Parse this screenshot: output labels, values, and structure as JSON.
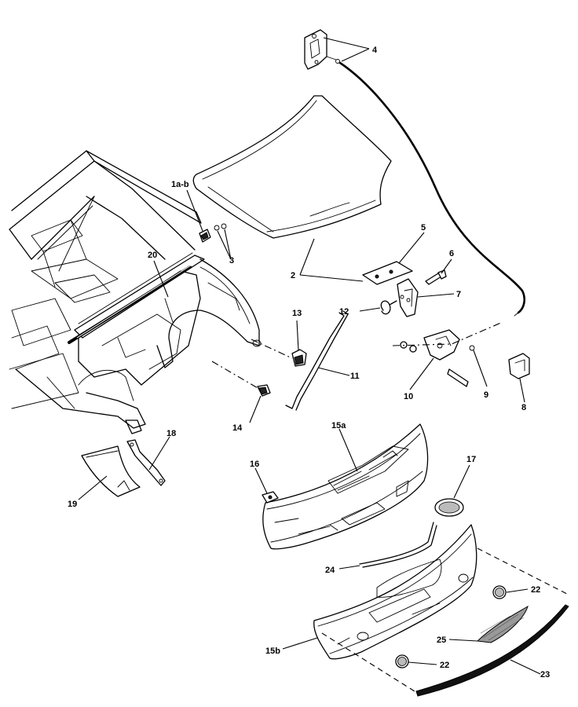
{
  "callouts": {
    "c1": "1a-b",
    "c2": "2",
    "c3": "3",
    "c4": "4",
    "c5": "5",
    "c6": "6",
    "c7": "7",
    "c8": "8",
    "c9": "9",
    "c10": "10",
    "c11": "11",
    "c12": "12",
    "c13": "13",
    "c14": "14",
    "c15a": "15a",
    "c15b": "15b",
    "c16": "16",
    "c17": "17",
    "c18": "18",
    "c19": "19",
    "c20": "20",
    "c22a": "22",
    "c22b": "22",
    "c23": "23",
    "c24": "24",
    "c25": "25"
  }
}
